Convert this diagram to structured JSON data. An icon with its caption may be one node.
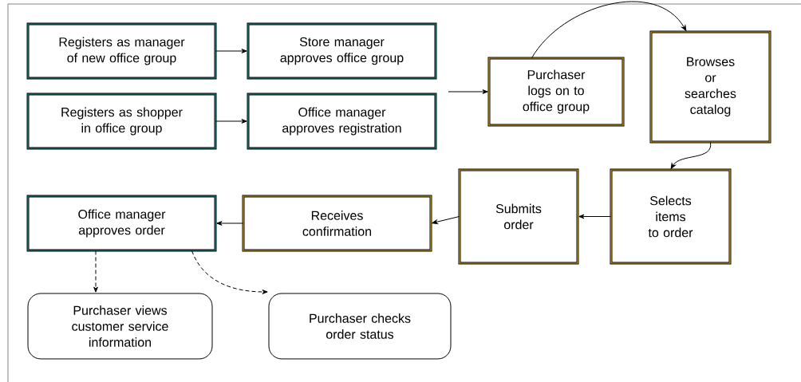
{
  "diagram": {
    "nodes": [
      {
        "text": [
          "Registers as manager of new office group"
        ]
      },
      {
        "text": [
          "Store manager approves office group"
        ]
      },
      {
        "text": [
          "Registers as shopper in office group"
        ]
      },
      {
        "text": [
          "Office manager approves registration"
        ]
      },
      {
        "text": [
          "Purchaser logs on to office group"
        ]
      },
      {
        "text": [
          "Browses or searches catalog"
        ]
      },
      {
        "text": [
          "Selects items to order"
        ]
      },
      {
        "text": [
          "Submits order"
        ]
      },
      {
        "text": [
          "Receives confirmation"
        ]
      },
      {
        "text": [
          "Office manager approves order"
        ]
      },
      {
        "text": [
          "Purchaser views customer service information"
        ]
      },
      {
        "text": [
          "Purchaser checks order status"
        ]
      }
    ],
    "edges": [
      {
        "from": 0,
        "to": 1,
        "arrow": "to"
      },
      {
        "from": 2,
        "to": 3,
        "arrow": "to"
      },
      {
        "from": null,
        "to": 4,
        "arrow": "to"
      },
      {
        "from": 4,
        "to": 5,
        "arrow": "to"
      },
      {
        "from": 5,
        "to": 6,
        "arrow": "to"
      },
      {
        "from": 6,
        "to": 7,
        "arrow": "to"
      },
      {
        "from": 7,
        "to": 8,
        "arrow": "to"
      },
      {
        "from": 8,
        "to": 9,
        "arrow": "to"
      },
      {
        "from": 9,
        "to": 10,
        "arrow": "to",
        "style": "dashed"
      },
      {
        "from": 9,
        "to": 11,
        "arrow": "to",
        "style": "dashed"
      }
    ]
  }
}
